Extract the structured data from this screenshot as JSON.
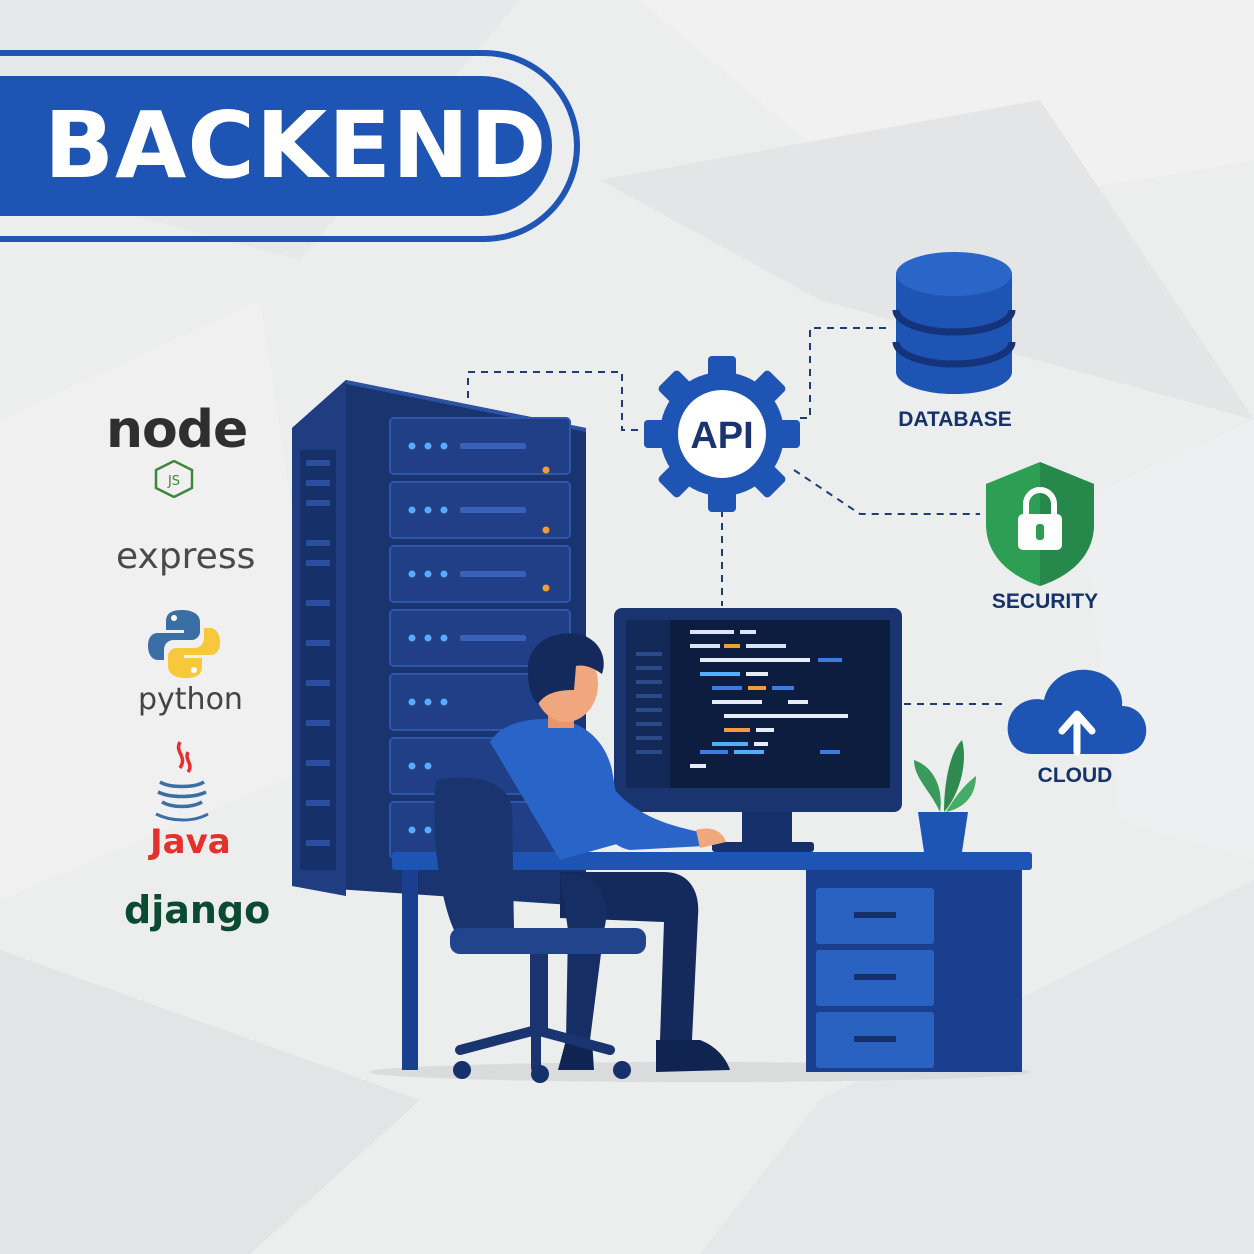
{
  "banner": {
    "title": "BACKEND"
  },
  "technologies": {
    "node": "node",
    "node_badge": "JS",
    "express": "express",
    "python": "python",
    "java": "Java",
    "django": "django"
  },
  "services": {
    "api": "API",
    "database": "DATABASE",
    "security": "SECURITY",
    "cloud": "CLOUD"
  },
  "colors": {
    "primary_blue": "#1e54b4",
    "navy": "#17336d",
    "security_green": "#2e9e55",
    "background": "#eceded"
  }
}
